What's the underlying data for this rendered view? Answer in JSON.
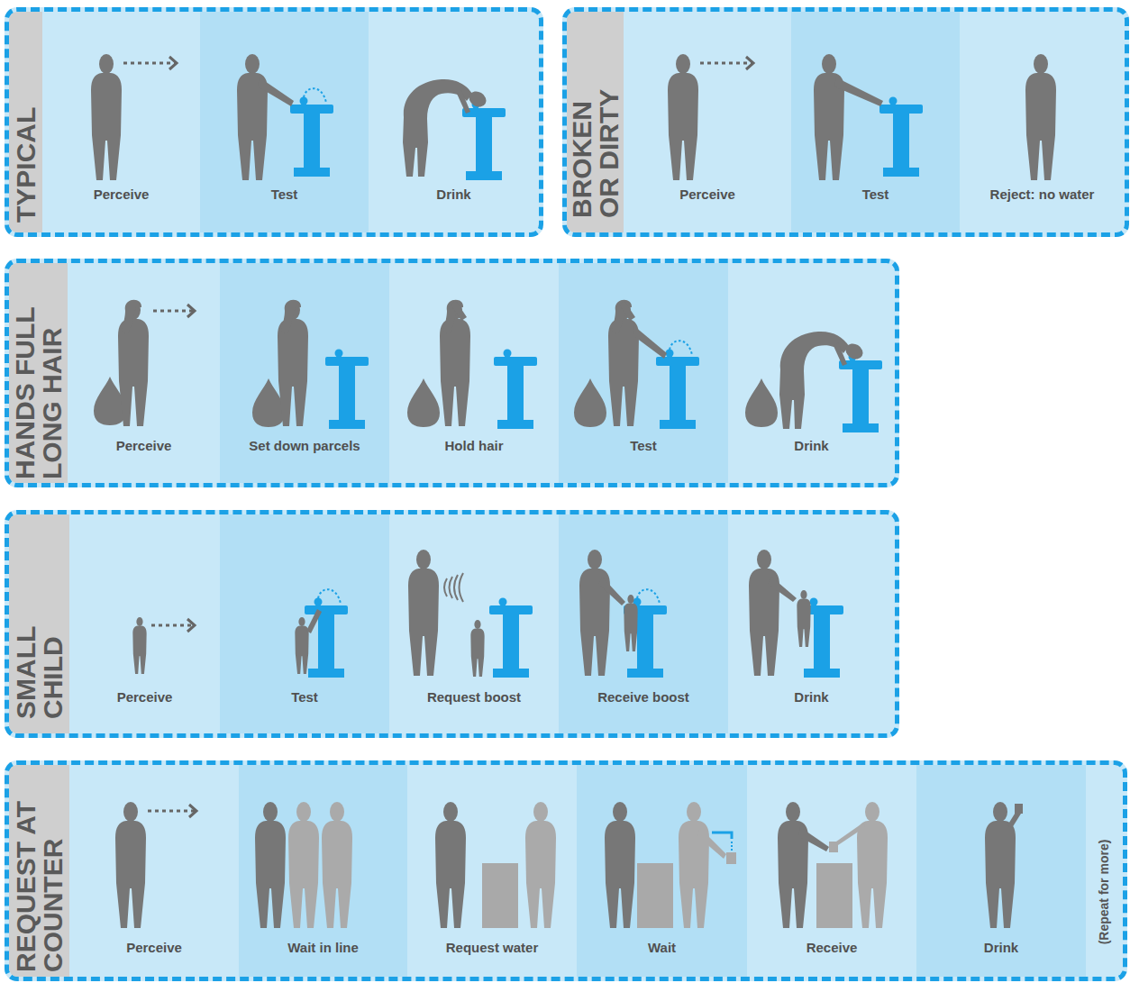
{
  "diagram": {
    "nodes": [
      {
        "text": [
          "TYPICAL"
        ]
      },
      {
        "text": [
          "Perceive"
        ],
        "in": 0
      },
      {
        "text": [
          "Test"
        ],
        "in": 0
      },
      {
        "text": [
          "Drink"
        ],
        "in": 0
      },
      {
        "text": [
          "BROKEN OR DIRTY"
        ]
      },
      {
        "text": [
          "Perceive"
        ],
        "in": 4
      },
      {
        "text": [
          "Test"
        ],
        "in": 4
      },
      {
        "text": [
          "Reject: no water"
        ],
        "in": 4
      },
      {
        "text": [
          "HANDS FULL LONG HAIR"
        ]
      },
      {
        "text": [
          "Perceive"
        ],
        "in": 8
      },
      {
        "text": [
          "Set down parcels"
        ],
        "in": 8
      },
      {
        "text": [
          "Hold hair"
        ],
        "in": 8
      },
      {
        "text": [
          "Test"
        ],
        "in": 8
      },
      {
        "text": [
          "Drink"
        ],
        "in": 8
      },
      {
        "text": [
          "SMALL CHILD"
        ]
      },
      {
        "text": [
          "Perceive"
        ],
        "in": 14
      },
      {
        "text": [
          "Test"
        ],
        "in": 14
      },
      {
        "text": [
          "Request boost"
        ],
        "in": 14
      },
      {
        "text": [
          "Receive boost"
        ],
        "in": 14
      },
      {
        "text": [
          "Drink"
        ],
        "in": 14
      },
      {
        "text": [
          "REQUEST AT COUNTER",
          "(Repeat for more)"
        ]
      },
      {
        "text": [
          "Perceive"
        ],
        "in": 20
      },
      {
        "text": [
          "Wait in line"
        ],
        "in": 20
      },
      {
        "text": [
          "Request water"
        ],
        "in": 20
      },
      {
        "text": [
          "Wait"
        ],
        "in": 20
      },
      {
        "text": [
          "Receive"
        ],
        "in": 20
      },
      {
        "text": [
          "Drink"
        ],
        "in": 20
      }
    ]
  }
}
